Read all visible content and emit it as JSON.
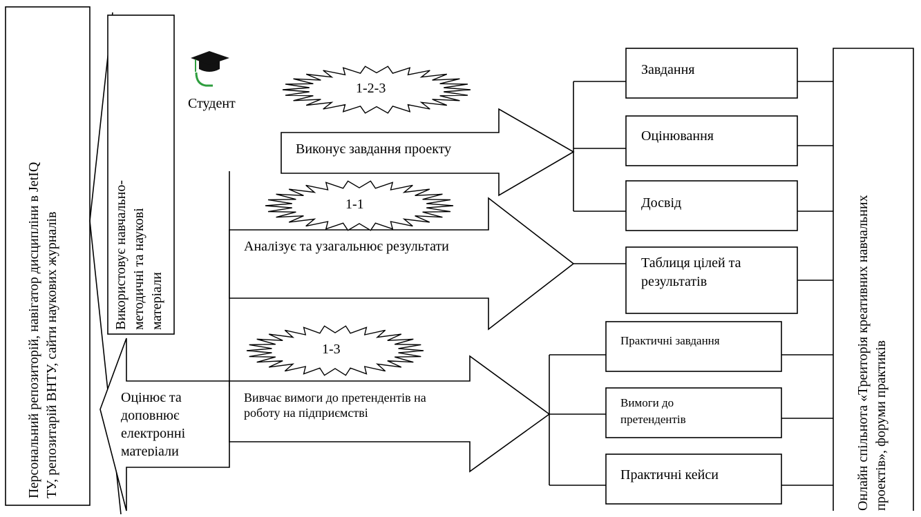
{
  "left_panel": {
    "line1": "Персональний репозиторій, навігатор дисципліни в JetIQ",
    "line2": "ТУ, репозитарій ВНТУ, сайти наукових журналів"
  },
  "uses_materials": {
    "line1": "Використовує навчально-",
    "line2": "методичні та наукові",
    "line3": "матеріали"
  },
  "student": {
    "label": "Студент",
    "icon": "graduation-cap-icon"
  },
  "evaluates": {
    "line1": "Оцінює та",
    "line2": "доповнює",
    "line3": "електронні",
    "line4": "матеріали"
  },
  "bursts": {
    "b1": "1-2-3",
    "b2": "1-1",
    "b3": "1-3"
  },
  "arrows": {
    "a1": "Виконує завдання проекту",
    "a2": "Аналізує та узагальнює результати",
    "a3_line1": "Вивчає вимоги до претендентів на",
    "a3_line2": "роботу на підприємстві"
  },
  "boxes": {
    "tasks": "Завдання",
    "assessment": "Оцінювання",
    "experience": "Досвід",
    "table_line1": "Таблиця цілей та",
    "table_line2": "результатів",
    "practical_tasks": "Практичні завдання",
    "req_line1": "Вимоги до",
    "req_line2": "претендентів",
    "practical_cases": "Практичні кейси"
  },
  "right_panel": {
    "line1": "Онлайн спільнота «Треиторія креативних навчальних",
    "line2": "проектів», форуми практиків"
  },
  "colors": {
    "stroke": "#000000",
    "background": "#ffffff",
    "cap": "#111111",
    "tassel": "#2e9e3e"
  }
}
